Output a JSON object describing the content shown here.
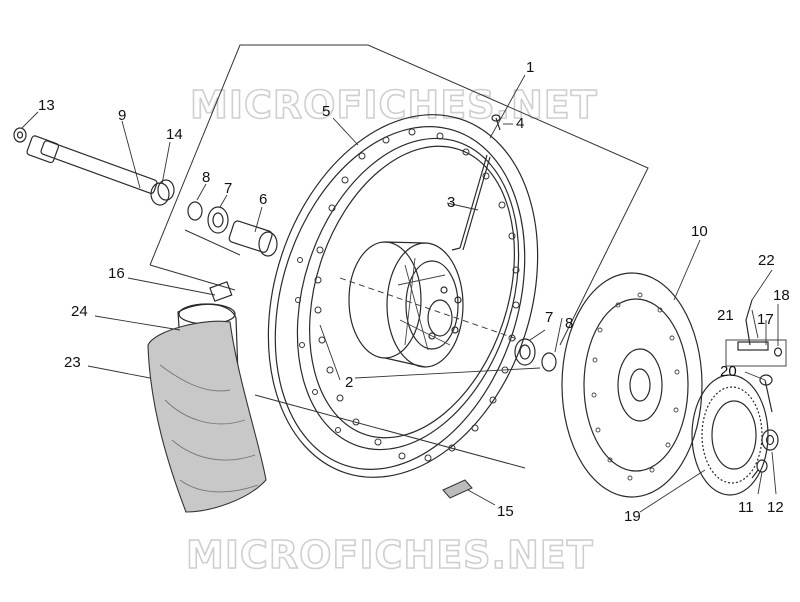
{
  "watermark": {
    "top": "MICROFICHES.NET",
    "bottom": "MICROFICHES.NET"
  },
  "callouts": {
    "c1": "1",
    "c2": "2",
    "c3": "3",
    "c4": "4",
    "c5": "5",
    "c6": "6",
    "c7a": "7",
    "c7b": "7",
    "c8a": "8",
    "c8b": "8",
    "c9": "9",
    "c10": "10",
    "c11": "11",
    "c12": "12",
    "c13": "13",
    "c14": "14",
    "c15": "15",
    "c16": "16",
    "c17": "17",
    "c18": "18",
    "c19": "19",
    "c20": "20",
    "c21": "21",
    "c22": "22",
    "c23": "23",
    "c24": "24"
  }
}
